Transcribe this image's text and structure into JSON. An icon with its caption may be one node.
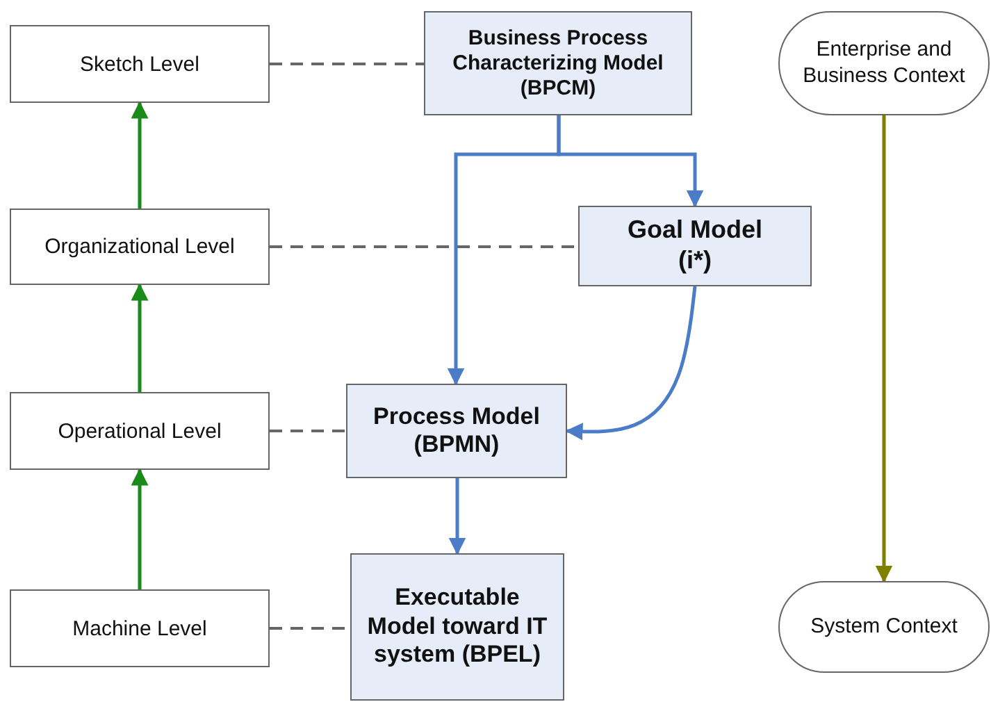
{
  "diagram": {
    "nodes": [
      {
        "text": [
          "Sketch Level"
        ]
      },
      {
        "text": [
          "Business Process Characterizing Model (BPCM)"
        ]
      },
      {
        "text": [
          "Enterprise and Business Context"
        ]
      },
      {
        "text": [
          "Organizational Level"
        ]
      },
      {
        "text": [
          "Goal Model (i*)"
        ]
      },
      {
        "text": [
          "Operational Level"
        ]
      },
      {
        "text": [
          "Process Model (BPMN)"
        ]
      },
      {
        "text": [
          "Machine Level"
        ]
      },
      {
        "text": [
          "Executable Model toward IT system (BPEL)"
        ]
      },
      {
        "text": [
          "System Context"
        ]
      }
    ],
    "edges": [
      {
        "from": 0,
        "to": 1,
        "arrow": "none",
        "style": "dashed"
      },
      {
        "from": 3,
        "to": 4,
        "arrow": "none",
        "style": "dashed"
      },
      {
        "from": 5,
        "to": 6,
        "arrow": "none",
        "style": "dashed"
      },
      {
        "from": 7,
        "to": 8,
        "arrow": "none",
        "style": "dashed"
      },
      {
        "from": 7,
        "to": 5,
        "arrow": "to",
        "color": "#1a8a1a"
      },
      {
        "from": 5,
        "to": 3,
        "arrow": "to",
        "color": "#1a8a1a"
      },
      {
        "from": 3,
        "to": 0,
        "arrow": "to",
        "color": "#1a8a1a"
      },
      {
        "from": 1,
        "to": 4,
        "arrow": "to",
        "color": "#4a7cc7"
      },
      {
        "from": 1,
        "to": 6,
        "arrow": "to",
        "color": "#4a7cc7"
      },
      {
        "from": 4,
        "to": 6,
        "arrow": "to",
        "color": "#4a7cc7"
      },
      {
        "from": 6,
        "to": 8,
        "arrow": "to",
        "color": "#4a7cc7"
      },
      {
        "from": 2,
        "to": 9,
        "arrow": "to",
        "color": "#808000"
      }
    ]
  }
}
